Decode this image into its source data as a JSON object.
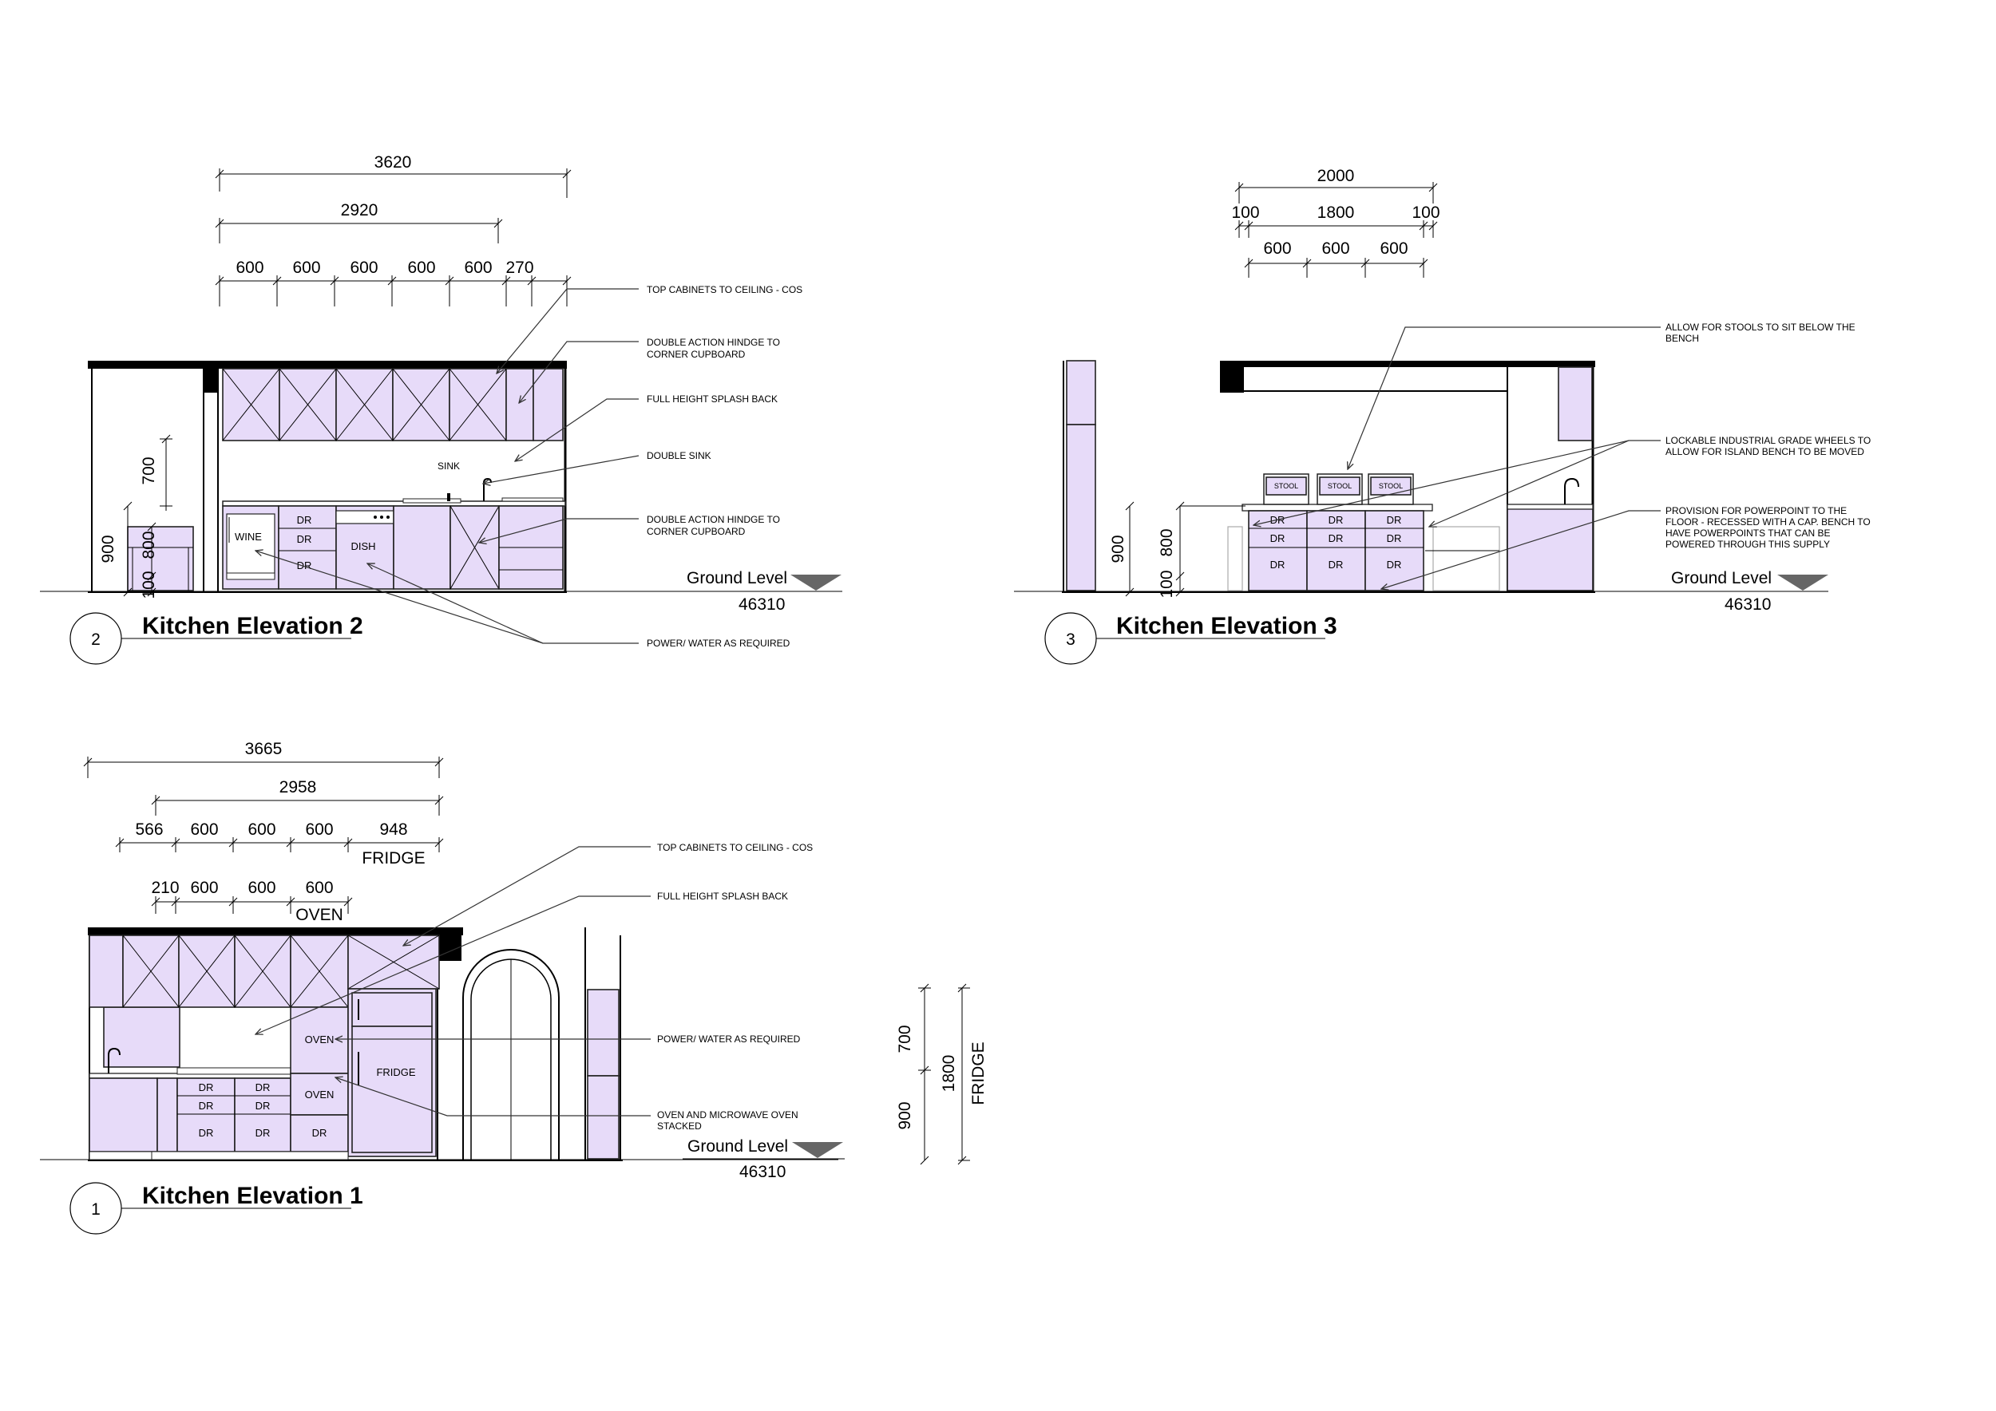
{
  "elevation2": {
    "number": "2",
    "title": "Kitchen Elevation 2",
    "dims": {
      "overall": "3620",
      "run": "2920",
      "d1": "600",
      "d2": "600",
      "d3": "600",
      "d4": "600",
      "d5": "600",
      "d6": "270"
    },
    "vdims": {
      "v700": "700",
      "v900": "900",
      "v800": "800",
      "v100": "100"
    },
    "labels": {
      "wine": "WINE",
      "dr1": "DR",
      "dr2": "DR",
      "dr3": "DR",
      "dish": "DISH",
      "sink": "SINK"
    },
    "notes": {
      "n1": "TOP CABINETS TO CEILING - COS",
      "n2a": "DOUBLE ACTION HINDGE TO",
      "n2b": "CORNER CUPBOARD",
      "n3": "FULL HEIGHT SPLASH BACK",
      "n4": "DOUBLE SINK",
      "n5a": "DOUBLE ACTION HINDGE TO",
      "n5b": "CORNER CUPBOARD",
      "n6": "POWER/ WATER AS REQUIRED"
    },
    "ground": {
      "label": "Ground Level",
      "value": "46310"
    }
  },
  "elevation3": {
    "number": "3",
    "title": "Kitchen Elevation 3",
    "dims": {
      "overall": "2000",
      "left": "100",
      "mid": "1800",
      "right": "100",
      "d1": "600",
      "d2": "600",
      "d3": "600"
    },
    "vdims": {
      "v900": "900",
      "v800": "800",
      "v100": "100"
    },
    "labels": {
      "stool1": "STOOL",
      "stool2": "STOOL",
      "stool3": "STOOL",
      "dr": "DR"
    },
    "notes": {
      "n1a": "ALLOW FOR STOOLS TO SIT BELOW THE",
      "n1b": "BENCH",
      "n2a": "LOCKABLE INDUSTRIAL GRADE WHEELS TO",
      "n2b": "ALLOW FOR ISLAND BENCH TO BE MOVED",
      "n3a": "PROVISION FOR POWERPOINT TO THE",
      "n3b": "FLOOR - RECESSED WITH A CAP. BENCH TO",
      "n3c": "HAVE POWERPOINTS THAT CAN BE",
      "n3d": "POWERED THROUGH THIS SUPPLY"
    },
    "ground": {
      "label": "Ground Level",
      "value": "46310"
    }
  },
  "elevation1": {
    "number": "1",
    "title": "Kitchen Elevation 1",
    "dims": {
      "overall": "3665",
      "run": "2958",
      "d1": "566",
      "d2": "600",
      "d3": "600",
      "d4": "600",
      "d5": "948",
      "fridge": "FRIDGE",
      "e1": "210",
      "e2": "600",
      "e3": "600",
      "e4": "600",
      "oven": "OVEN"
    },
    "vdims": {
      "v700": "700",
      "v900": "900",
      "v1800": "1800",
      "fridge": "FRIDGE"
    },
    "labels": {
      "oven1": "OVEN",
      "oven2": "OVEN",
      "fridge": "FRIDGE",
      "dr": "DR"
    },
    "notes": {
      "n1": "TOP CABINETS TO CEILING - COS",
      "n2": "FULL HEIGHT SPLASH BACK",
      "n3": "POWER/ WATER AS REQUIRED",
      "n4a": "OVEN AND MICROWAVE OVEN",
      "n4b": "STACKED"
    },
    "ground": {
      "label": "Ground Level",
      "value": "46310"
    }
  },
  "colors": {
    "cabinet": "#e7dbf9",
    "line": "#000000",
    "background": "#ffffff"
  }
}
